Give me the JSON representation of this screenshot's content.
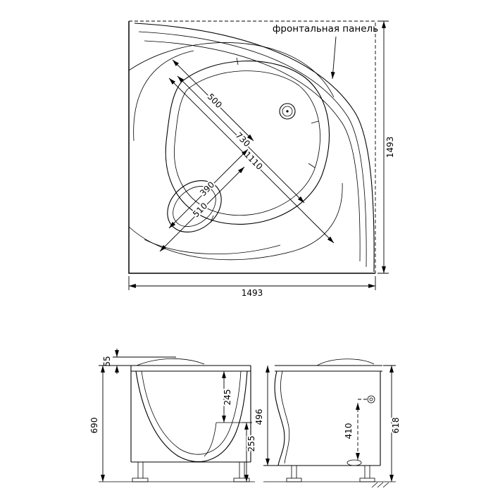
{
  "drawing": {
    "top_view": {
      "panel_label": "фронтальная панель",
      "dim_width": "1493",
      "dim_height": "1493",
      "dim_500": "500",
      "dim_730": "730",
      "dim_1110": "1110",
      "dim_390": "390",
      "dim_510": "510"
    },
    "front_elevation": {
      "dim_55": "55",
      "dim_690": "690",
      "dim_245": "245",
      "dim_255": "255"
    },
    "side_elevation": {
      "dim_496": "496",
      "dim_410": "410",
      "dim_618": "618"
    }
  }
}
